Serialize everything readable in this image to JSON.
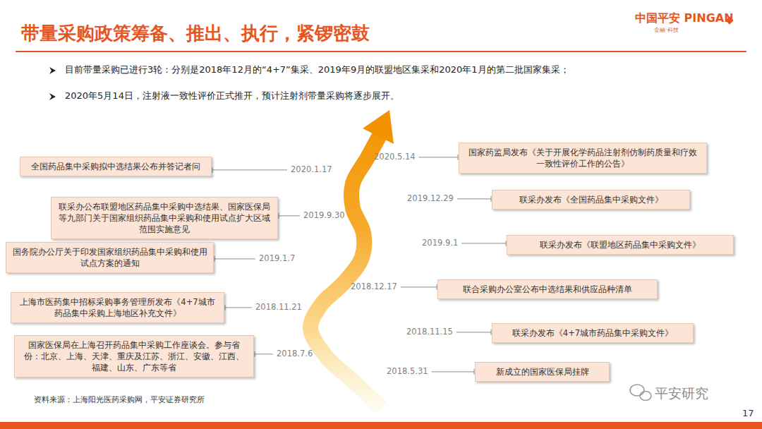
{
  "diagram": {
    "title": "带量采购政策筹备、推出、执行，紧锣密鼓",
    "nodes": [
      {
        "text": [
          "全国药品集中采购拟中选结果公布并答记者问"
        ]
      },
      {
        "text": [
          "联采办公布联盟地区药品集中采购中选结果、国家医保局等九部门关于国家组织药品集中采购和使用试点扩大区域范围实施意见"
        ]
      },
      {
        "text": [
          "国务院办公厅关于印发国家组织药品集中采购和使用试点方案的通知"
        ]
      },
      {
        "text": [
          "上海市医药集中招标采购事务管理所发布《4+7城市药品集中采购上海地区补充文件》"
        ]
      },
      {
        "text": [
          "国家医保局在上海召开药品集中采购工作座谈会。参与省份：北京、上海、天津、重庆及江苏、浙江、安徽、江西、福建、山东、广东等省"
        ]
      },
      {
        "text": [
          "国家药监局发布《关于开展化学药品注射剂仿制药质量和疗效一致性评价工作的公告》"
        ]
      },
      {
        "text": [
          "联采办发布《全国药品集中采购文件》"
        ]
      },
      {
        "text": [
          "联采办发布《联盟地区药品集中采购文件》"
        ]
      },
      {
        "text": [
          "联合采购办公室公布中选结果和供应品种清单"
        ]
      },
      {
        "text": [
          "联采办发布《4+7城市药品集中采购文件》"
        ]
      },
      {
        "text": [
          "新成立的国家医保局挂牌"
        ]
      }
    ],
    "labels": [
      "中国平安 PINGAN",
      "金融·科技",
      "目前带量采购已进行3轮：分别是2018年12月的“4+7”集采、2019年9月的联盟地区集采和2020年1月的第二批国家集采；",
      "2020年5月14日，注射液一致性评价正式推开，预计注射剂带量采购将逐步展开。",
      "2020.5.14",
      "2020.1.17",
      "2019.12.29",
      "2019.9.30",
      "2019.9.1",
      "2019.1.7",
      "2018.12.17",
      "2018.11.21",
      "2018.11.15",
      "2018.7.6",
      "2018.5.31",
      "资料来源：上海阳光医药采购网，平安证券研究所",
      "平安研究",
      "17"
    ]
  }
}
